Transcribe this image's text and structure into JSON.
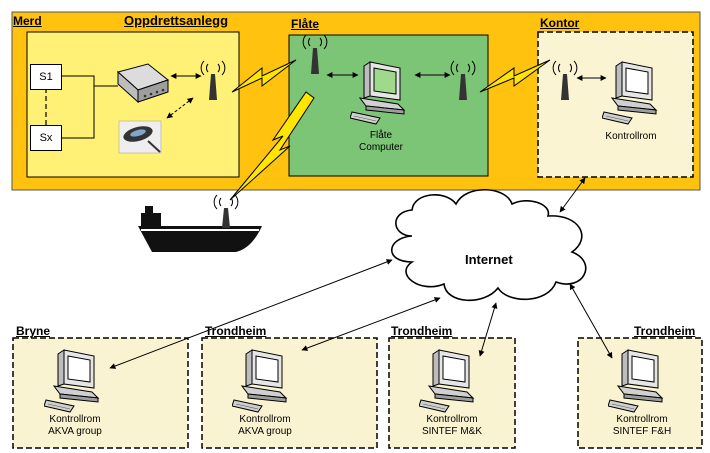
{
  "site": {
    "title": "Oppdrettsanlegg",
    "merd": {
      "label": "Merd",
      "sensor_first": "S1",
      "sensor_last": "Sx"
    },
    "flate": {
      "label": "Flåte",
      "computer_caption_line1": "Flåte",
      "computer_caption_line2": "Computer"
    },
    "kontor": {
      "label": "Kontor",
      "caption": "Kontrollrom"
    }
  },
  "internet": {
    "label": "Internet"
  },
  "remote_sites": [
    {
      "label": "Bryne",
      "line1": "Kontrollrom",
      "line2": "AKVA group"
    },
    {
      "label": "Trondheim",
      "line1": "Kontrollrom",
      "line2": "AKVA group"
    },
    {
      "label": "Trondheim",
      "line1": "Kontrollrom",
      "line2": "SINTEF M&K"
    },
    {
      "label": "Trondheim",
      "line1": "Kontrollrom",
      "line2": "SINTEF F&H"
    }
  ],
  "colors": {
    "site_background": "#FFC20E",
    "merd_fill": "#FFF176",
    "flate_fill": "#7CC576",
    "kontor_fill": "#FBF4D2",
    "remote_fill": "#FAF3D1",
    "lightning": "#FFE500"
  }
}
